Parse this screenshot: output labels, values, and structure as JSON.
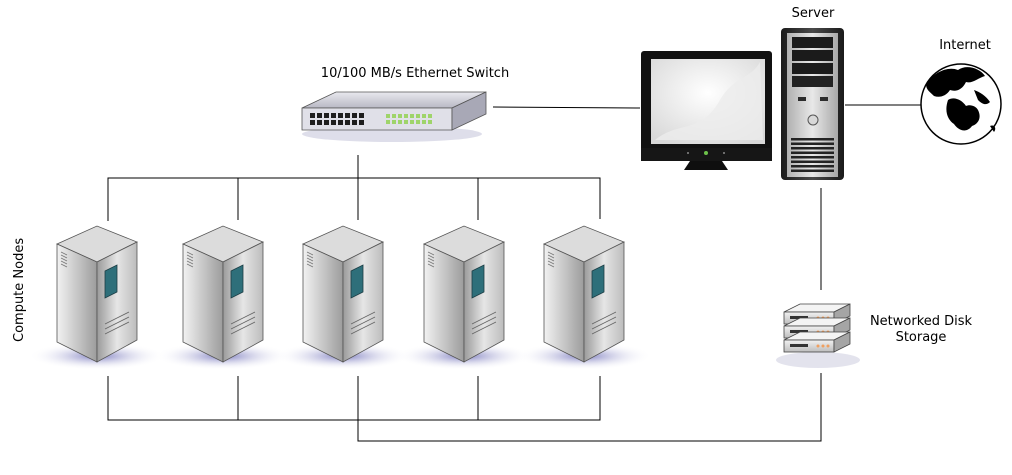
{
  "labels": {
    "switch": "10/100 MB/s Ethernet Switch",
    "server": "Server",
    "internet": "Internet",
    "storage_line1": "Networked Disk",
    "storage_line2": "Storage",
    "compute_nodes": "Compute Nodes"
  },
  "nodes": [
    {
      "id": "switch",
      "kind": "ethernet-switch"
    },
    {
      "id": "monitor",
      "kind": "monitor"
    },
    {
      "id": "server",
      "kind": "server-tower"
    },
    {
      "id": "internet",
      "kind": "globe"
    },
    {
      "id": "storage",
      "kind": "disk-storage"
    },
    {
      "id": "compute-1",
      "kind": "compute-node"
    },
    {
      "id": "compute-2",
      "kind": "compute-node"
    },
    {
      "id": "compute-3",
      "kind": "compute-node"
    },
    {
      "id": "compute-4",
      "kind": "compute-node"
    },
    {
      "id": "compute-5",
      "kind": "compute-node"
    }
  ],
  "edges": [
    [
      "switch",
      "monitor"
    ],
    [
      "server",
      "internet"
    ],
    [
      "server",
      "storage"
    ],
    [
      "switch",
      "compute-1"
    ],
    [
      "switch",
      "compute-2"
    ],
    [
      "switch",
      "compute-3"
    ],
    [
      "switch",
      "compute-4"
    ],
    [
      "switch",
      "compute-5"
    ],
    [
      "compute-1",
      "compute-2"
    ],
    [
      "compute-2",
      "compute-3"
    ],
    [
      "compute-3",
      "compute-4"
    ],
    [
      "compute-4",
      "compute-5"
    ],
    [
      "compute-3",
      "storage"
    ]
  ],
  "colors": {
    "line": "#000000",
    "tower_body": "#c8c8c8",
    "tower_panel": "#2e6f7a",
    "switch_leds": "#9fd46a",
    "storage_leds": "#f0a060",
    "shadow": "#8e8ec8"
  }
}
